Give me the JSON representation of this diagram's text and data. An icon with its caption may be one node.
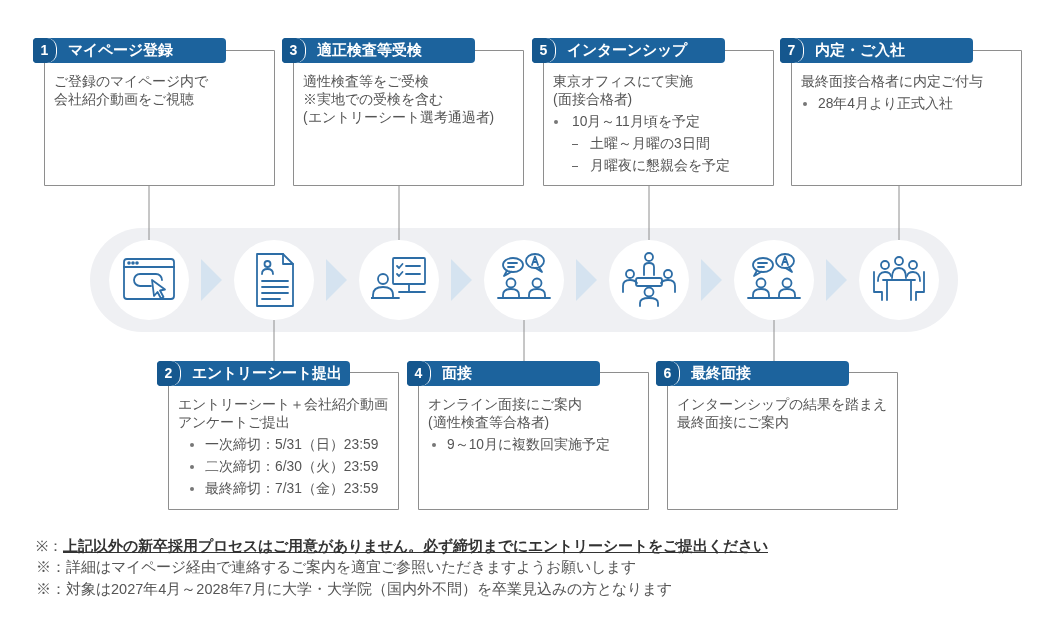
{
  "diagram": {
    "nodes": [
      {
        "text": [
          "1",
          "マイページ登録",
          "ご登録のマイページ内で会社紹介動画をご視聴"
        ]
      },
      {
        "text": [
          "2",
          "エントリーシート提出",
          "エントリーシート＋会社紹介動画アンケートご提出",
          "一次締切：5/31（日）23:59",
          "二次締切：6/30（火）23:59",
          "最終締切：7/31（金）23:59"
        ]
      },
      {
        "text": [
          "3",
          "適正検査等受検",
          "適性検査等をご受検",
          "※実地での受検を含む",
          "(エントリーシート選考通過者)"
        ]
      },
      {
        "text": [
          "4",
          "面接",
          "オンライン面接にご案内",
          "(適性検査等合格者)",
          "9～10月に複数回実施予定"
        ]
      },
      {
        "text": [
          "5",
          "インターンシップ",
          "東京オフィスにて実施",
          "(面接合格者)",
          "10月～11月頃を予定",
          "土曜～月曜の3日間",
          "月曜夜に懇親会を予定"
        ]
      },
      {
        "text": [
          "6",
          "最終面接",
          "インターンシップの結果を踏まえ最終面接にご案内"
        ]
      },
      {
        "text": [
          "7",
          "内定・ご入社",
          "最終面接合格者に内定ご付与",
          "28年4月より正式入社"
        ]
      },
      {
        "text": [],
        "shape": "band"
      },
      {
        "text": [],
        "shape": "circle",
        "in": 7
      },
      {
        "text": [],
        "shape": "circle",
        "in": 7
      },
      {
        "text": [],
        "shape": "circle",
        "in": 7
      },
      {
        "text": [],
        "shape": "circle",
        "in": 7
      },
      {
        "text": [],
        "shape": "circle",
        "in": 7
      },
      {
        "text": [],
        "shape": "circle",
        "in": 7
      },
      {
        "text": [],
        "shape": "circle",
        "in": 7
      }
    ],
    "edges": [
      {
        "from": 0,
        "to": 8,
        "arrow": "none"
      },
      {
        "from": 1,
        "to": 9,
        "arrow": "none"
      },
      {
        "from": 2,
        "to": 10,
        "arrow": "none"
      },
      {
        "from": 3,
        "to": 11,
        "arrow": "none"
      },
      {
        "from": 4,
        "to": 12,
        "arrow": "none"
      },
      {
        "from": 5,
        "to": 13,
        "arrow": "none"
      },
      {
        "from": 6,
        "to": 14,
        "arrow": "none"
      },
      {
        "from": 8,
        "to": 9,
        "arrow": "to",
        "color": "#d5e3f0"
      },
      {
        "from": 9,
        "to": 10,
        "arrow": "to",
        "color": "#d5e3f0"
      },
      {
        "from": 10,
        "to": 11,
        "arrow": "to",
        "color": "#d5e3f0"
      },
      {
        "from": 11,
        "to": 12,
        "arrow": "to",
        "color": "#d5e3f0"
      },
      {
        "from": 12,
        "to": 13,
        "arrow": "to",
        "color": "#d5e3f0"
      },
      {
        "from": 13,
        "to": 14,
        "arrow": "to",
        "color": "#d5e3f0"
      }
    ],
    "labels": [
      "※：**上記以外の新卒採用プロセスはご用意がありません。必ず締切までにエントリーシートをご提出ください**",
      "※：詳細はマイページ経由で連絡するご案内を適宜ご参照いただきますようお願いします",
      "※：対象は2027年4月～2028年7月に大学・大学院（国内外不問）を卒業見込みの方となります"
    ]
  }
}
